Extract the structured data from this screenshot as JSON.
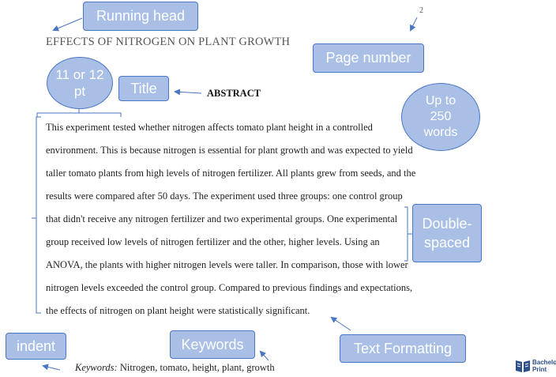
{
  "document": {
    "running_head": "EFFECTS OF NITROGEN ON PLANT GROWTH",
    "page_number": "2",
    "abstract_heading": "ABSTRACT",
    "abstract_lines": [
      "This experiment tested whether nitrogen affects tomato plant height in a controlled",
      "environment. This is because nitrogen is essential for plant growth and was expected to yield",
      "taller tomato plants from high levels of nitrogen fertilizer. All plants grew from seeds, and the",
      "results were compared after 50 days. The experiment used three groups: one control group",
      "that didn't receive any nitrogen fertilizer and two experimental groups. One experimental",
      "group received low levels of nitrogen fertilizer and the other, higher levels. Using an",
      "ANOVA, the plants with higher nitrogen levels were taller. In comparison, those with lower",
      "nitrogen levels exceeded the control group. Compared to previous findings and expectations,",
      "the effects of nitrogen on plant height were statistically significant."
    ],
    "keywords_label": "Keywords:",
    "keywords_text": " Nitrogen, tomato, height, plant, growth"
  },
  "annotations": {
    "running_head": "Running head",
    "page_number": "Page number",
    "font_size": "11 or 12 pt",
    "title": "Title",
    "word_limit": "Up to 250 words",
    "double_spaced": "Double-spaced",
    "indent": "indent",
    "keywords": "Keywords",
    "text_formatting": "Text Formatting"
  },
  "logo": {
    "line1": "Bachelor",
    "line2": "Print"
  },
  "colors": {
    "callout_fill": "#a9bfe6",
    "callout_border": "#4a76c4",
    "arrow": "#4a76c4"
  }
}
